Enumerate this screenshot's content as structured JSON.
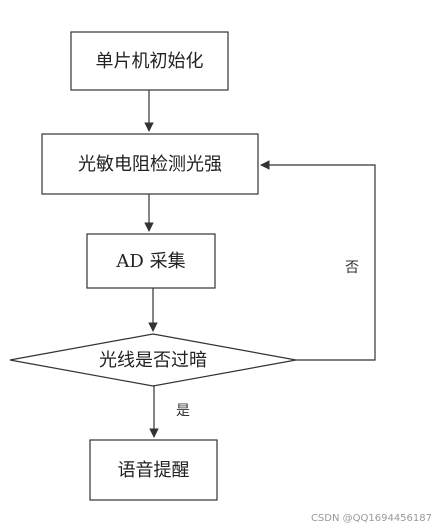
{
  "flowchart": {
    "steps": {
      "init": "单片机初始化",
      "detect": "光敏电阻检测光强",
      "adc": "AD 采集",
      "decision": "光线是否过暗",
      "alert": "语音提醒"
    },
    "edges": {
      "yes": "是",
      "no": "否"
    }
  },
  "watermark": "CSDN @QQ1694456187",
  "colors": {
    "stroke": "#333333",
    "text": "#222222"
  }
}
